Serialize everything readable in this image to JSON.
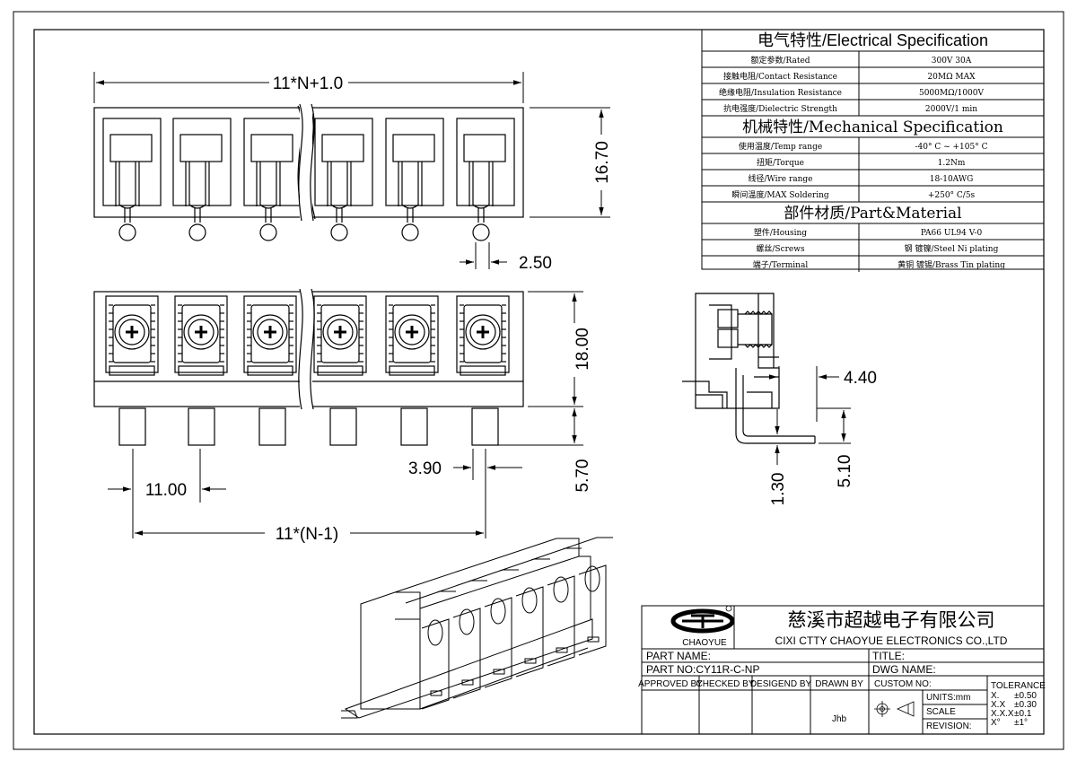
{
  "dims": {
    "overall_width": "11*N+1.0",
    "height_top": "16.70",
    "pin_width": "2.50",
    "height_front": "18.00",
    "pin_length": "5.70",
    "pitch": "11.00",
    "offset": "3.90",
    "pitch_total": "11*(N-1)",
    "side_width": "4.40",
    "side_thick": "1.30",
    "side_height": "5.10"
  },
  "spec": {
    "electrical_title": "电气特性/Electrical Specification",
    "electrical_rows": [
      {
        "label": "额定参数/Rated",
        "value": "300V  30A"
      },
      {
        "label": "接触电阻/Contact Resistance",
        "value": "20MΩ MAX"
      },
      {
        "label": "绝缘电阻/Insulation Resistance",
        "value": "5000MΩ/1000V"
      },
      {
        "label": "抗电强度/Dielectric Strength",
        "value": "2000V/1 min"
      }
    ],
    "mechanical_title": "机械特性/Mechanical Specification",
    "mechanical_rows": [
      {
        "label": "使用温度/Temp range",
        "value": "-40° C ~ +105° C"
      },
      {
        "label": "扭矩/Torque",
        "value": "1.2Nm"
      },
      {
        "label": "线径/Wire range",
        "value": "18-10AWG"
      },
      {
        "label": "瞬间温度/MAX Soldering",
        "value": "+250° C/5s"
      }
    ],
    "material_title": "部件材质/Part&Material",
    "material_rows": [
      {
        "label": "塑件/Housing",
        "value": "PA66 UL94 V-0"
      },
      {
        "label": "螺丝/Screws",
        "value": "钢 镀镍/Steel Ni plating"
      },
      {
        "label": "端子/Terminal",
        "value": "黄铜 镀锡/Brass Tin  plating"
      }
    ]
  },
  "title_block": {
    "logo_text": "CHAOYUE",
    "company_cn": "慈溪市超越电子有限公司",
    "company_en": "CIXI CTTY CHAOYUE ELECTRONICS CO.,LTD",
    "part_name": "PART NAME:",
    "title": "TITLE:",
    "part_no": "PART NO:CY11R-C-NP",
    "dwg_name": "DWG NAME:",
    "approved_by": "APPROVED BY",
    "checked_by": "CHECKED BY",
    "designed_by": "DESIGEND BY",
    "drawn_by": "DRAWN BY",
    "drawer": "Jhb",
    "custom_no": "CUSTOM NO:",
    "units": "UNITS:mm",
    "scale": "SCALE",
    "revision": "REVISION:",
    "tolerance_title": "TOLERANCE",
    "tolerances": [
      {
        "k": "X.",
        "v": "±0.50"
      },
      {
        "k": "X.X",
        "v": "±0.30"
      },
      {
        "k": "X.X.X",
        "v": "±0.1"
      },
      {
        "k": "X°",
        "v": "±1°"
      }
    ]
  }
}
